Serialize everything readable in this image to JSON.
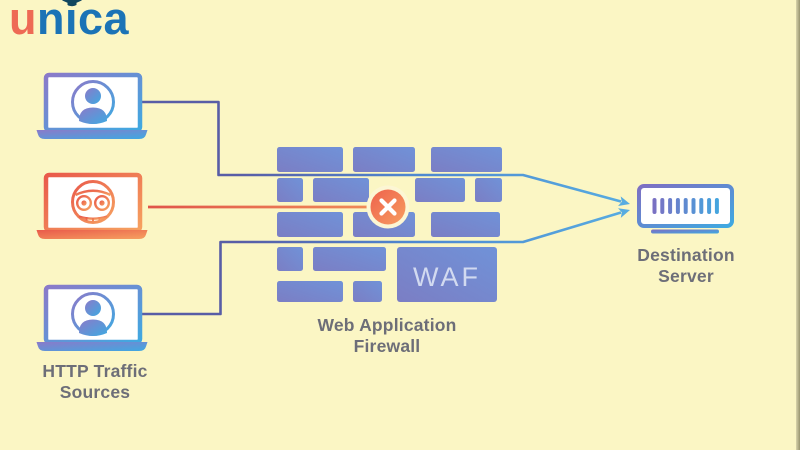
{
  "logo": {
    "u": "u",
    "n": "n",
    "i": "i",
    "ca": "ca"
  },
  "labels": {
    "sources_line1": "HTTP Traffic",
    "sources_line2": "Sources",
    "firewall_line1": "Web Application",
    "firewall_line2": "Firewall",
    "waf_acronym": "WAF",
    "destination_line1": "Destination",
    "destination_line2": "Server"
  },
  "icons": {
    "logo_cap": "graduation-cap-icon",
    "benign_source": "laptop-user-icon",
    "malicious_source": "laptop-bot-icon",
    "firewall": "brick-wall-icon",
    "blocked": "blocked-x-badge-icon",
    "destination": "server-icon",
    "allowed_flow": "arrow-icon"
  },
  "colors": {
    "background": "#fbf6c4",
    "logo_coral": "#ee6a55",
    "logo_blue": "#1b73b6",
    "logo_cap": "#11465f",
    "label_gray": "#6d6e78",
    "waf_text": "#d2daf0",
    "line_purple": "#585da6",
    "line_cyan": "#57ace1",
    "malicious_red": "#e0544a",
    "brick_blue": "#7489cc",
    "badge_orange": "#f0704f"
  }
}
